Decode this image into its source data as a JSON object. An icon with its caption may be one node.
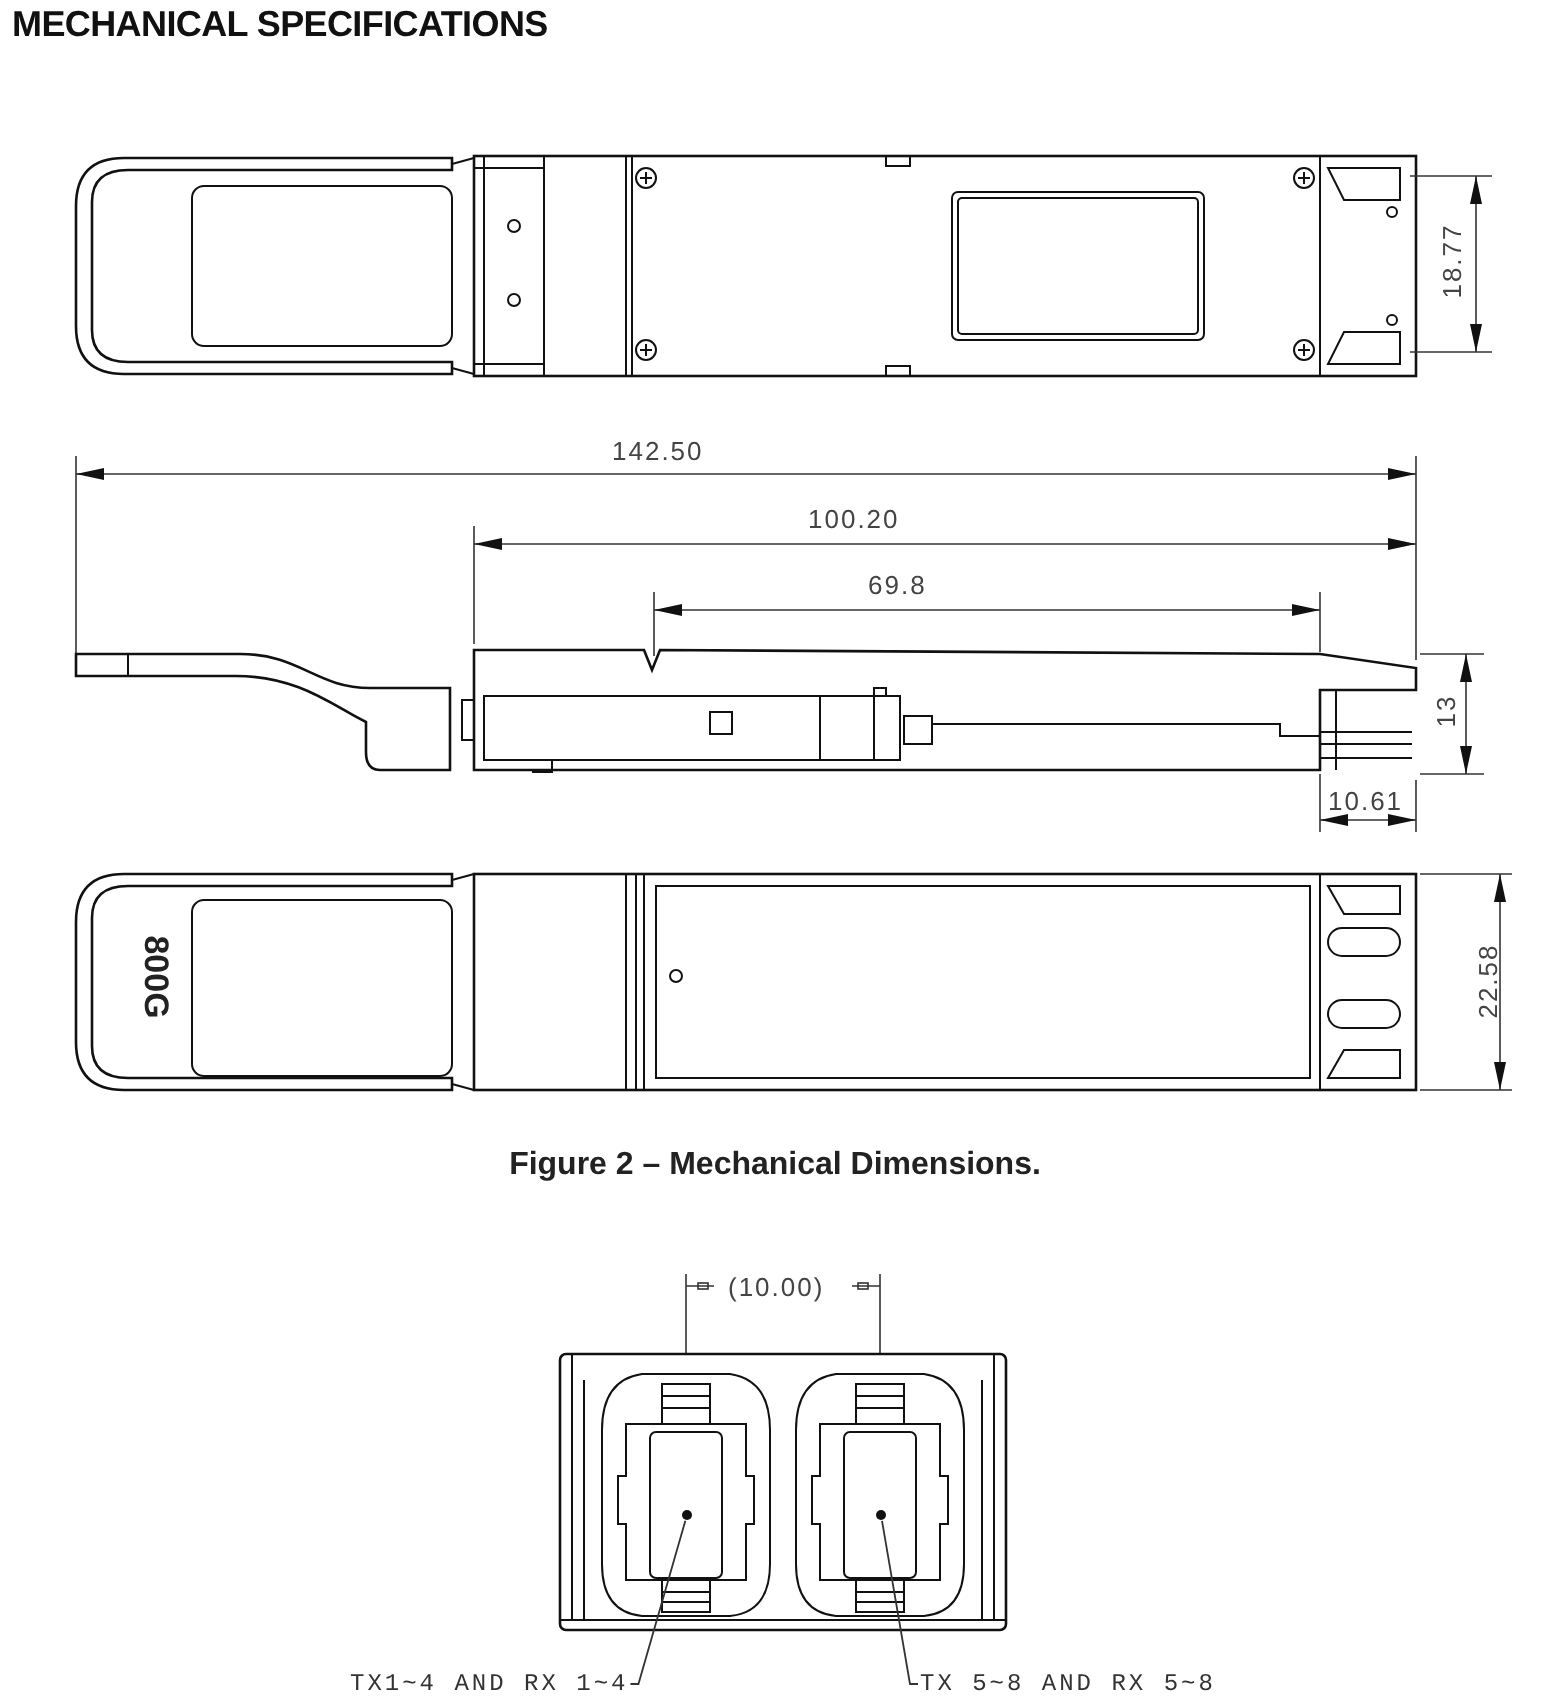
{
  "diagram": {
    "title": "MECHANICAL SPECIFICATIONS",
    "caption": "Figure 2 – Mechanical Dimensions.",
    "nodes": [
      {
        "text": [
          "TX1~4 AND RX 1~4"
        ]
      },
      {
        "text": [],
        "shape": "circle"
      },
      {
        "text": [
          "TX 5~8 AND RX 5~8"
        ]
      },
      {
        "text": [],
        "shape": "circle"
      }
    ],
    "edges": [
      {
        "from": 0,
        "to": 1,
        "arrow": "none"
      },
      {
        "from": 2,
        "to": 3,
        "arrow": "none"
      }
    ],
    "labels": [
      "18.77",
      "142.50",
      "100.20",
      "69.8",
      "13",
      "10.61",
      "800G",
      "22.58",
      "(10.00)"
    ]
  }
}
